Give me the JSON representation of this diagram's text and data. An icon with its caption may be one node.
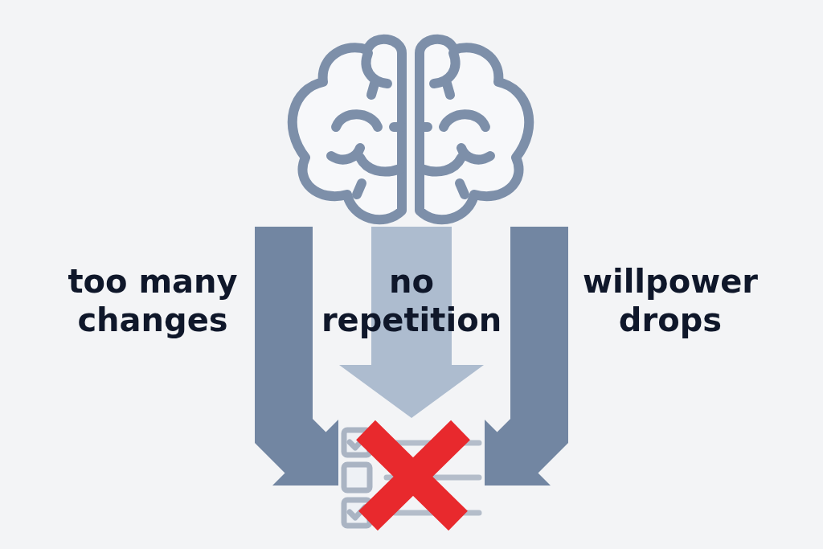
{
  "diagram": {
    "nodes": [
      {
        "text": [],
        "shape": "picture"
      },
      {
        "text": [],
        "shape": "picture"
      }
    ],
    "edges": [
      {
        "from": 0,
        "to": 1,
        "arrow": "to",
        "label": "too many changes"
      },
      {
        "from": 0,
        "to": 1,
        "arrow": "to",
        "label": "no repetition",
        "color": "#adbccf"
      },
      {
        "from": 0,
        "to": 1,
        "arrow": "to",
        "label": "willpower drops"
      }
    ]
  }
}
